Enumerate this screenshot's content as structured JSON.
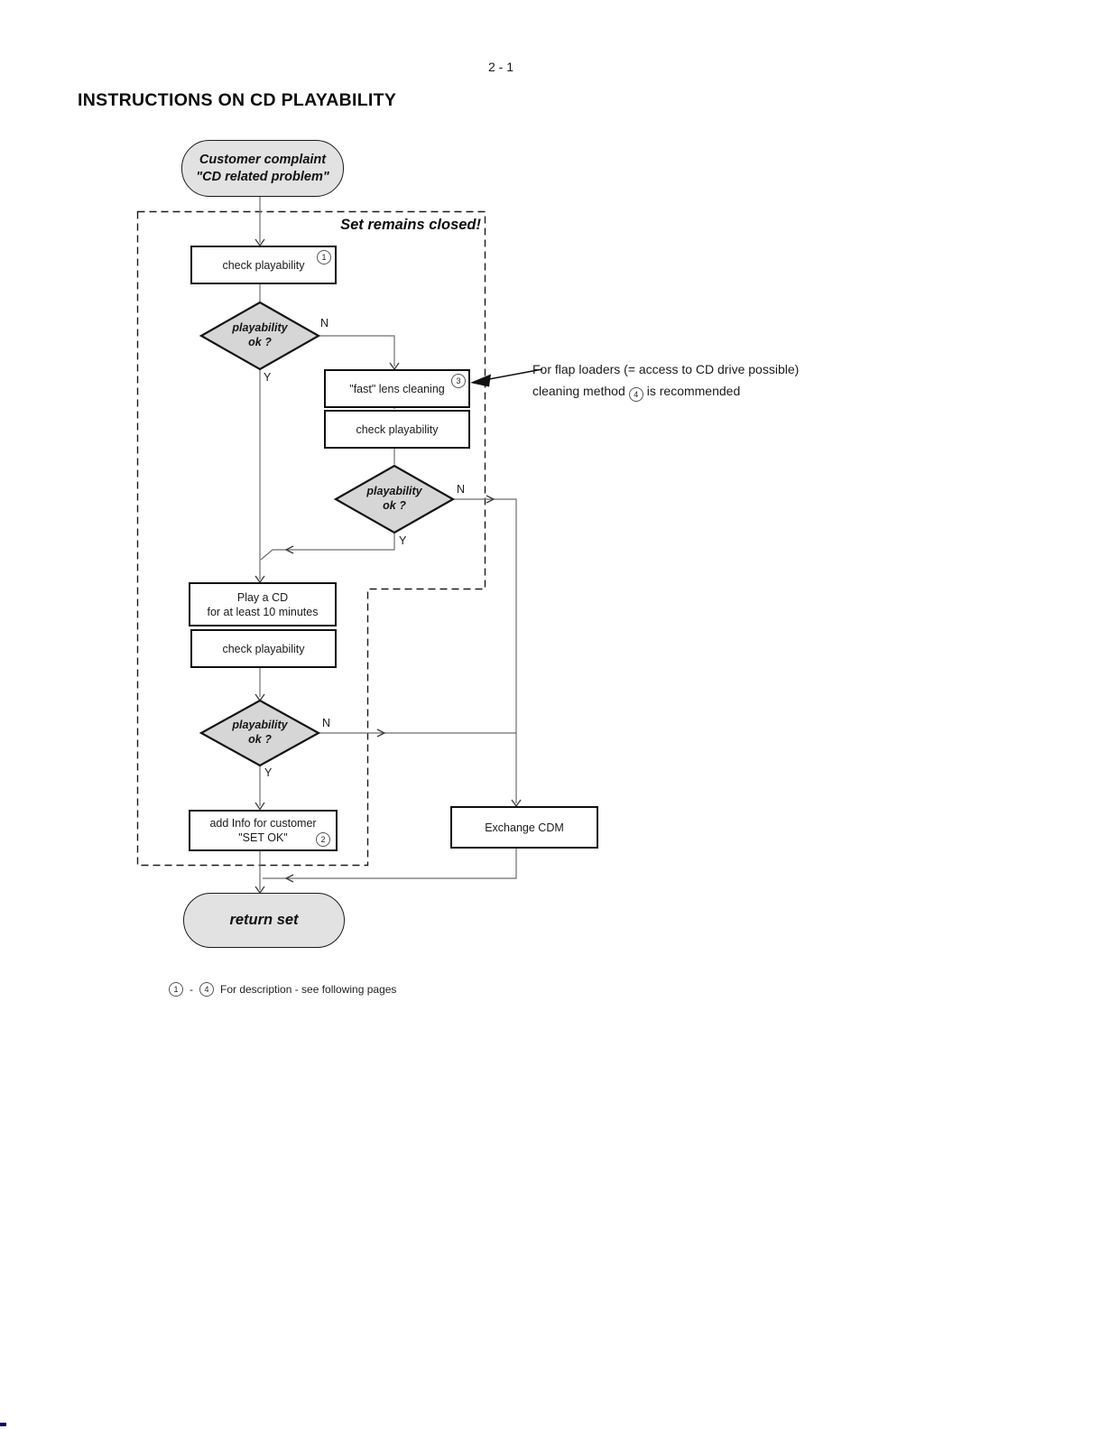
{
  "page": {
    "number": "2 - 1",
    "title": "INSTRUCTIONS ON CD PLAYABILITY",
    "footnote": {
      "badge_from": "1",
      "separator": "-",
      "badge_to": "4",
      "text": "For description - see following pages"
    }
  },
  "flowchart": {
    "region_label": "Set remains closed!",
    "start": {
      "line1": "Customer complaint",
      "line2": "\"CD related problem\""
    },
    "check1": {
      "label": "check playability",
      "badge": "1"
    },
    "decision1": {
      "line1": "playability",
      "line2": "ok ?",
      "no": "N",
      "yes": "Y"
    },
    "clean": {
      "label": "\"fast\" lens cleaning",
      "badge": "3"
    },
    "check2": {
      "label": "check playability"
    },
    "decision2": {
      "line1": "playability",
      "line2": "ok ?",
      "no": "N",
      "yes": "Y"
    },
    "play": {
      "line1": "Play a CD",
      "line2": "for at least 10 minutes"
    },
    "check3": {
      "label": "check playability"
    },
    "decision3": {
      "line1": "playability",
      "line2": "ok ?",
      "no": "N",
      "yes": "Y"
    },
    "add_info": {
      "line1": "add Info for customer",
      "line2": "\"SET OK\"",
      "badge": "2"
    },
    "exchange": {
      "label": "Exchange CDM"
    },
    "end": {
      "label": "return set"
    },
    "annotation": {
      "line1": "For flap loaders (= access to CD drive possible)",
      "line2_pre": "cleaning method",
      "line2_badge": "4",
      "line2_post": "is recommended"
    }
  },
  "colors": {
    "terminator_fill": "#e2e2e2",
    "decision_fill": "#d6d6d6",
    "connector": "#6e6e6e",
    "border": "#0f0f0f",
    "dashed_border": "#1a1a1a",
    "corner_artifact": "#000066"
  }
}
